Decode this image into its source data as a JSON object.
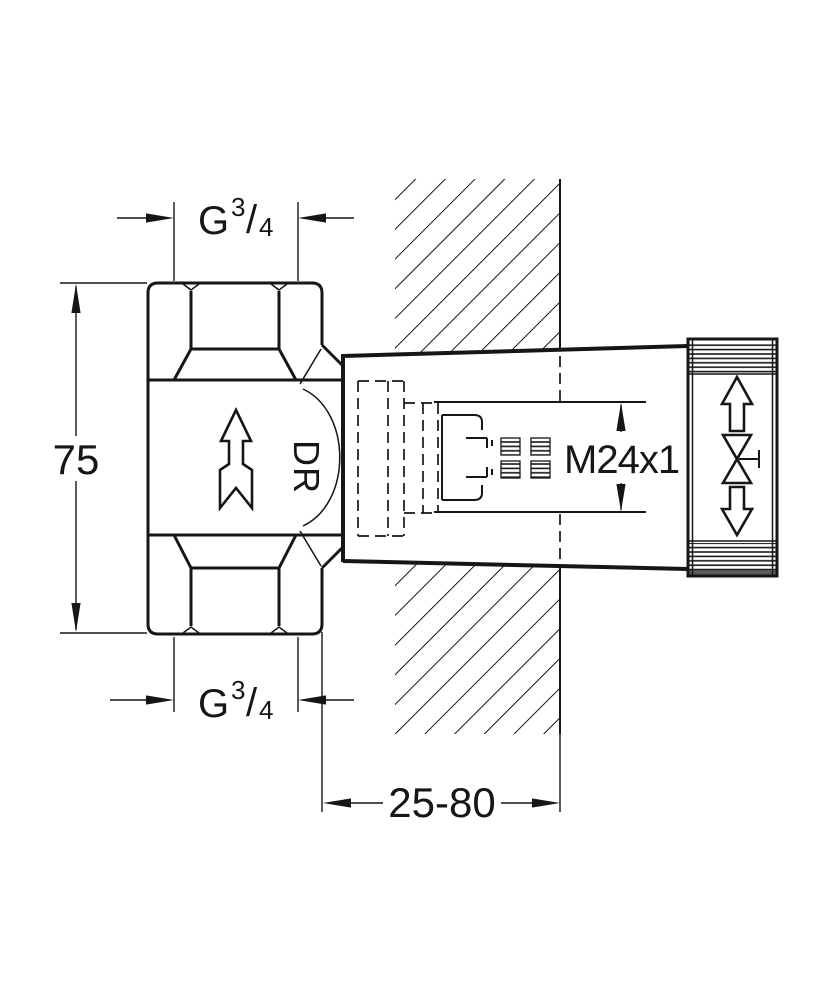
{
  "drawing": {
    "type": "technical-installation-drawing",
    "subject": "concealed-valve-side-view-with-wall-section",
    "background_color": "#ffffff",
    "line_color": "#161616",
    "dimensions": {
      "thread_top": {
        "prefix": "G",
        "numerator": "3",
        "slash": "/",
        "denominator": "4"
      },
      "thread_bottom": {
        "prefix": "G",
        "numerator": "3",
        "slash": "/",
        "denominator": "4"
      },
      "body_height": "75",
      "spindle_thread": "M24x1",
      "installation_depth": "25-80"
    },
    "markings": {
      "flow_direction": "DR"
    }
  }
}
